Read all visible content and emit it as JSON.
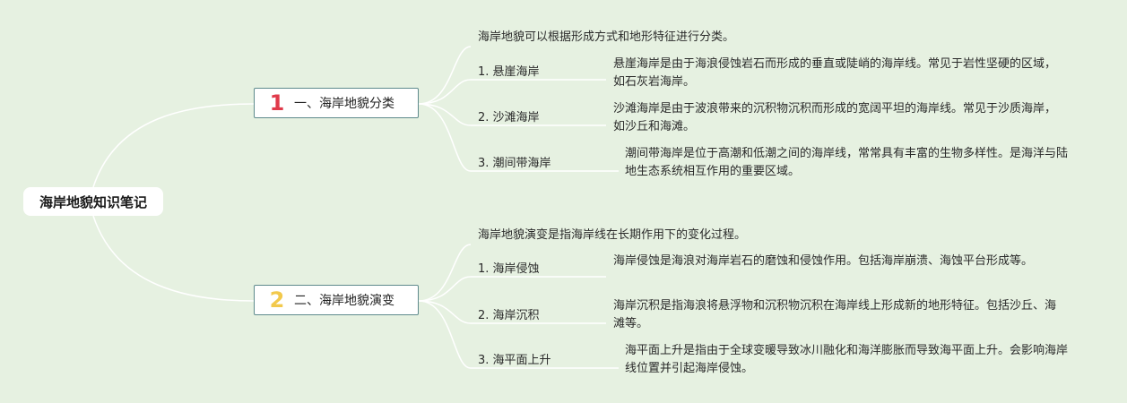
{
  "root": {
    "label": "海岸地貌知识笔记"
  },
  "colors": {
    "background": "#e6f1e1",
    "link": "#ffffff",
    "branch_border": "#5e8a8c",
    "badge_1": "#e03a4a",
    "badge_2": "#f2c94c"
  },
  "branches": [
    {
      "badge": "1",
      "label": "一、海岸地貌分类",
      "intro": "海岸地貌可以根据形成方式和地形特征进行分类。",
      "items": [
        {
          "label": "1. 悬崖海岸",
          "desc": "悬崖海岸是由于海浪侵蚀岩石而形成的垂直或陡峭的海岸线。常见于岩性坚硬的区域，如石灰岩海岸。"
        },
        {
          "label": "2. 沙滩海岸",
          "desc": "沙滩海岸是由于波浪带来的沉积物沉积而形成的宽阔平坦的海岸线。常见于沙质海岸，如沙丘和海滩。"
        },
        {
          "label": "3. 潮间带海岸",
          "desc": "潮间带海岸是位于高潮和低潮之间的海岸线，常常具有丰富的生物多样性。是海洋与陆地生态系统相互作用的重要区域。"
        }
      ]
    },
    {
      "badge": "2",
      "label": "二、海岸地貌演变",
      "intro": "海岸地貌演变是指海岸线在长期作用下的变化过程。",
      "items": [
        {
          "label": "1. 海岸侵蚀",
          "desc": "海岸侵蚀是海浪对海岸岩石的磨蚀和侵蚀作用。包括海岸崩溃、海蚀平台形成等。"
        },
        {
          "label": "2. 海岸沉积",
          "desc": "海岸沉积是指海浪将悬浮物和沉积物沉积在海岸线上形成新的地形特征。包括沙丘、海滩等。"
        },
        {
          "label": "3. 海平面上升",
          "desc": "海平面上升是指由于全球变暖导致冰川融化和海洋膨胀而导致海平面上升。会影响海岸线位置并引起海岸侵蚀。"
        }
      ]
    }
  ]
}
